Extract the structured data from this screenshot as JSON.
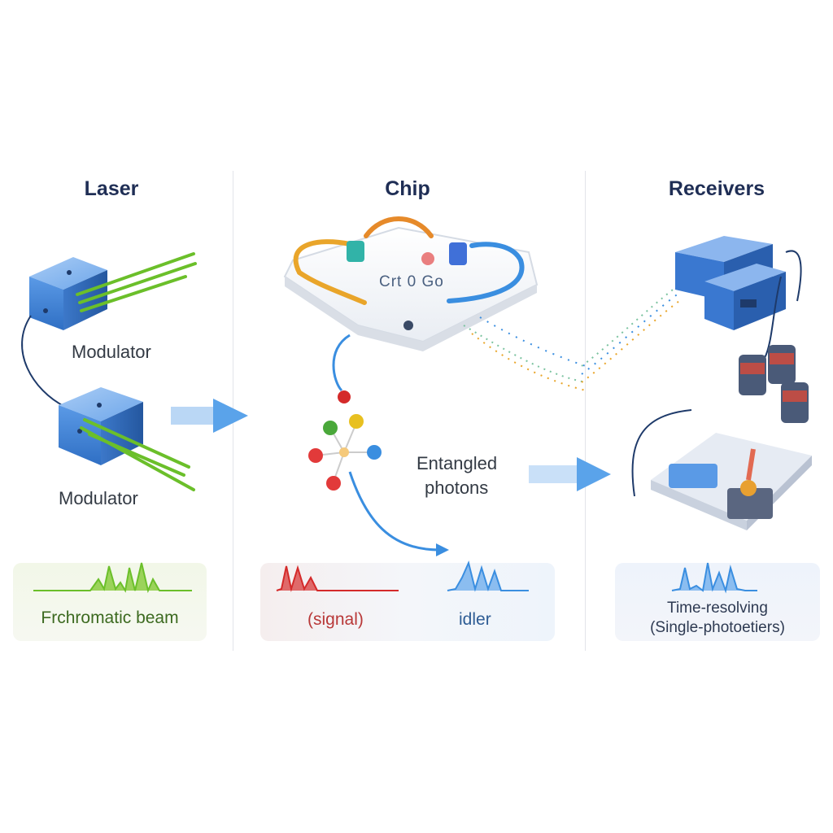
{
  "sections": {
    "laser": {
      "title": "Laser"
    },
    "chip": {
      "title": "Chip",
      "chip_text": "Crt 0 Go"
    },
    "receivers": {
      "title": "Receivers"
    }
  },
  "laser_panel": {
    "modulator_top_label": "Modulator",
    "modulator_bottom_label": "Modulator",
    "beam_caption": "Frchromatic beam"
  },
  "chip_panel": {
    "entangled_label_line1": "Entangled",
    "entangled_label_line2": "photons",
    "signal_label": "(signal)",
    "idler_label": "idler"
  },
  "receivers_panel": {
    "caption_line1": "Time-resolving",
    "caption_line2": "(Single-photoetiers)"
  },
  "colors": {
    "heading": "#1f2e55",
    "cube_blue": "#3f7fd6",
    "beam_green": "#6bbf2a",
    "signal_red": "#d42a2a",
    "idler_blue": "#3a8ee0",
    "arrow_blue": "#5aa3ea"
  },
  "icons": [
    "modulator-cube-icon",
    "chip-icon",
    "receiver-box-icon",
    "detector-icon",
    "arrow-right-icon"
  ]
}
